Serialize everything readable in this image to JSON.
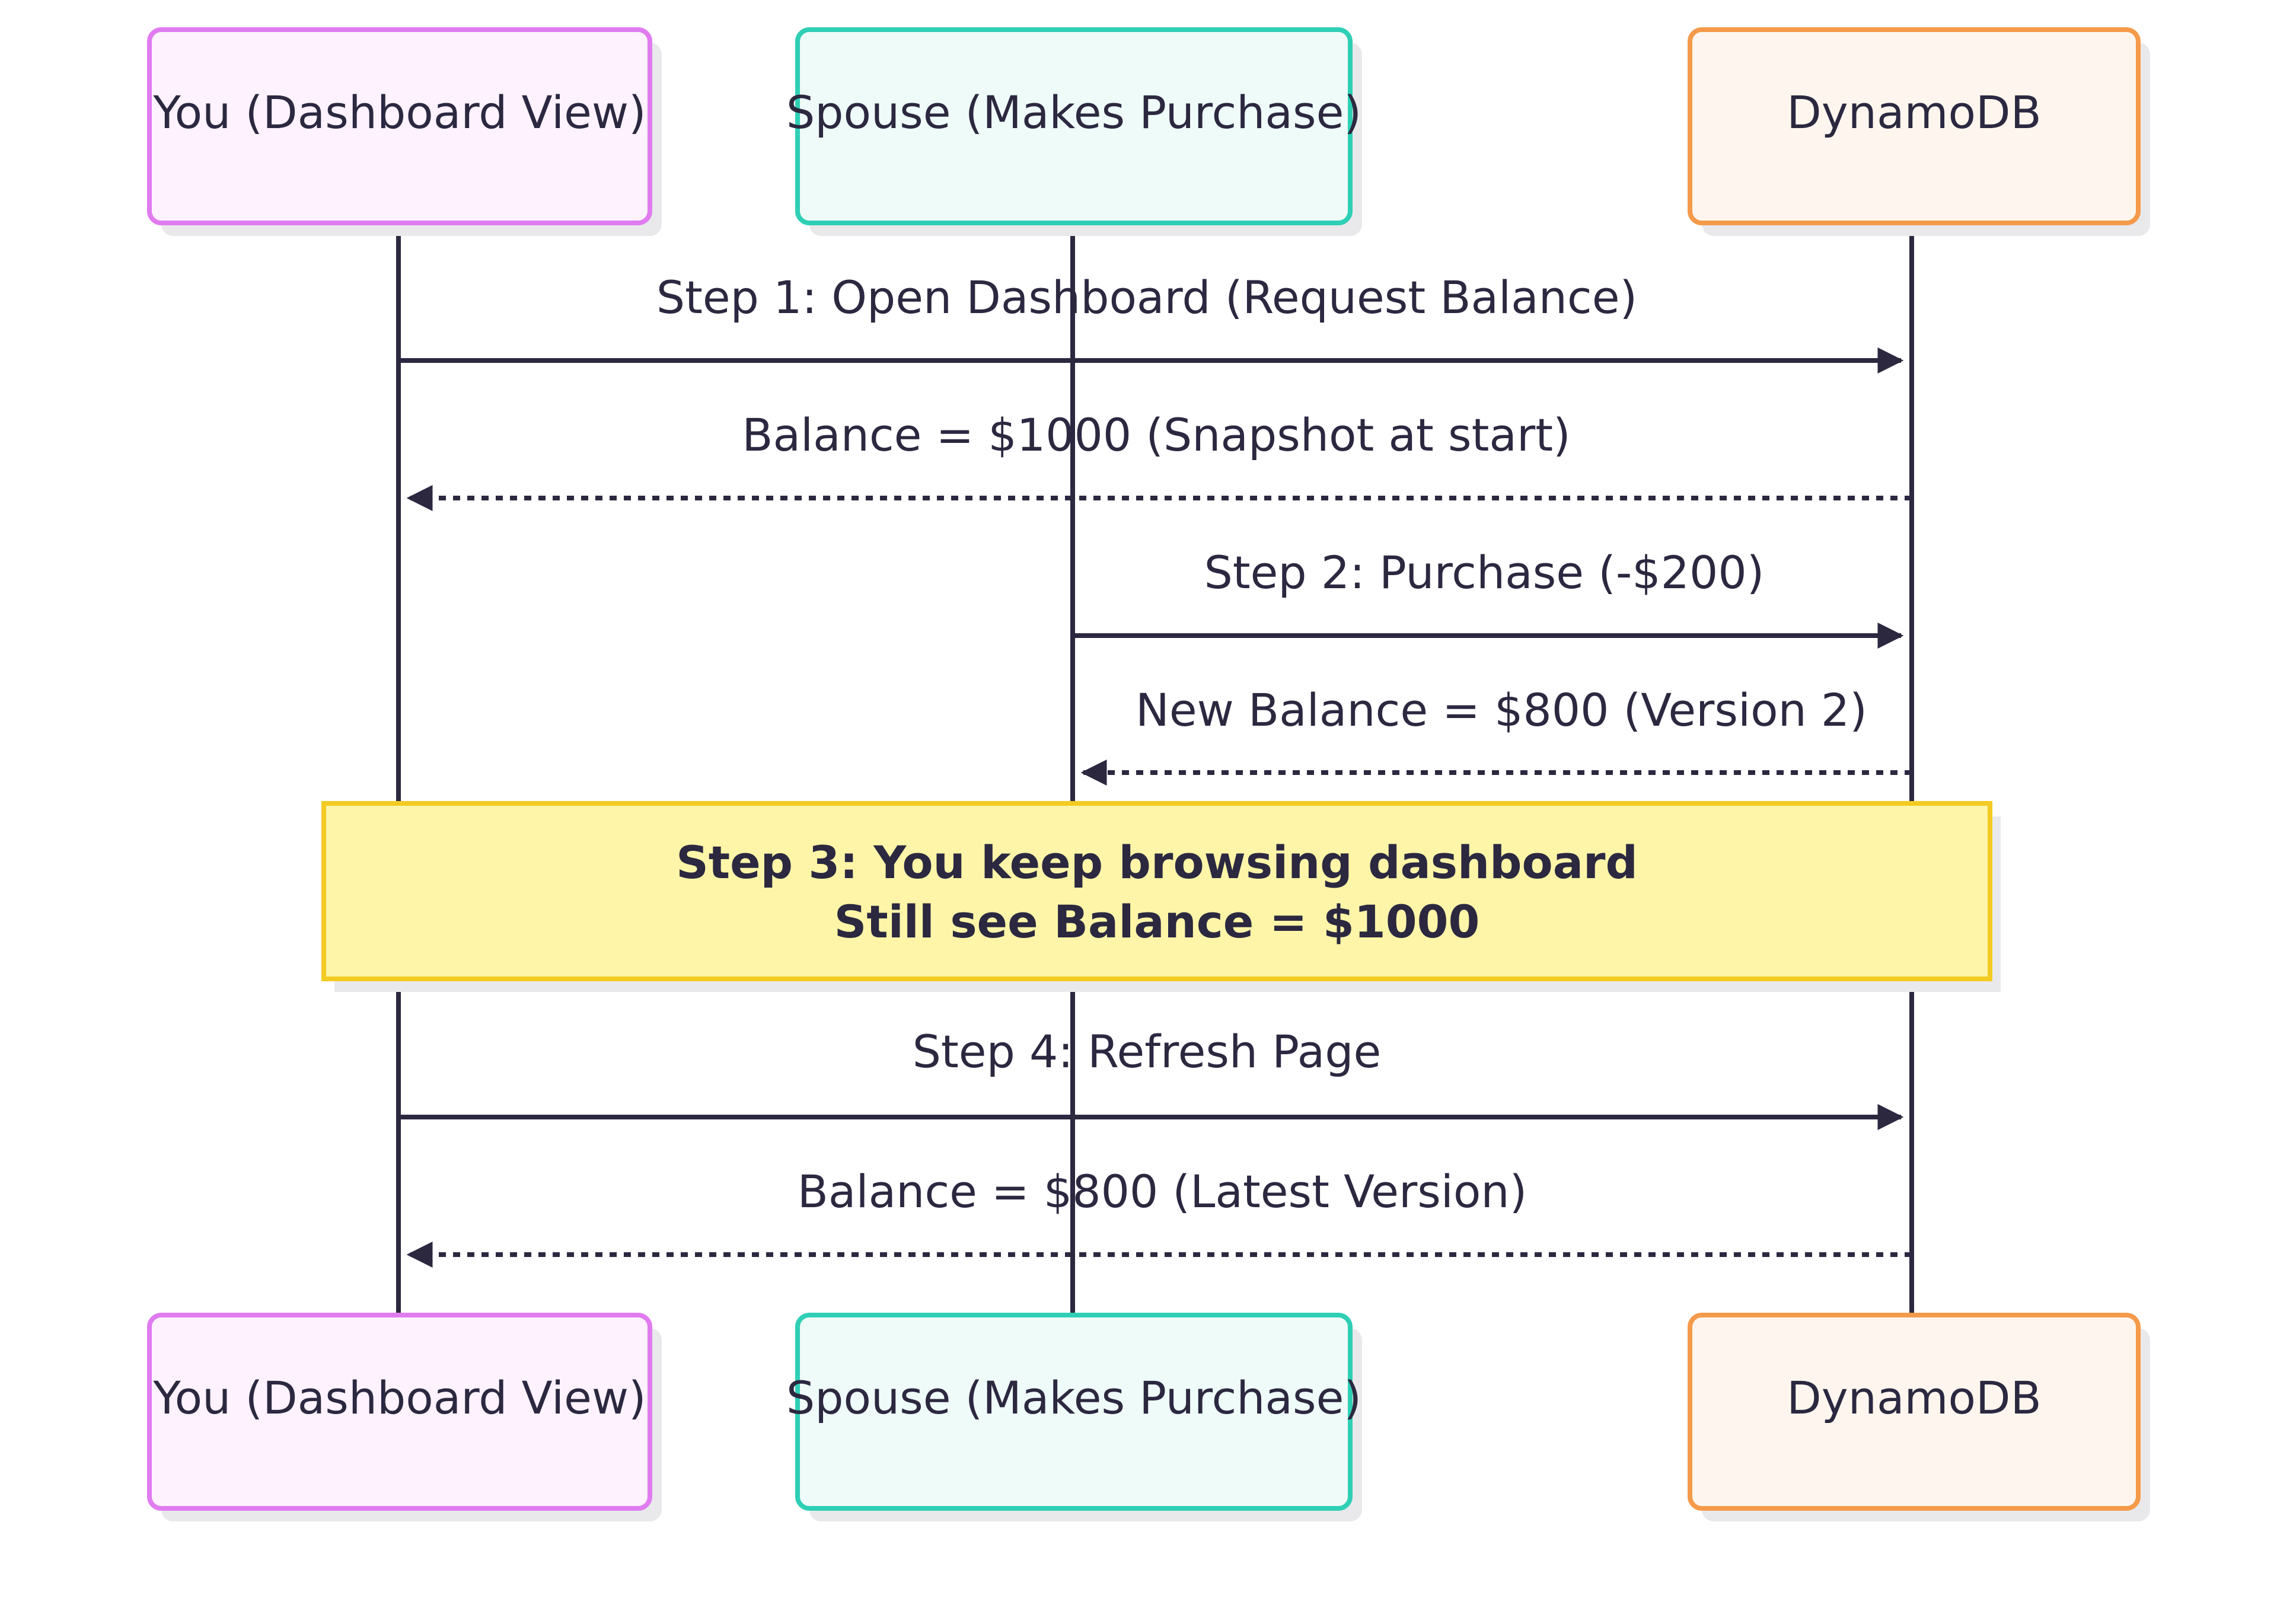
{
  "actors": [
    {
      "id": "you",
      "label": "You (Dashboard View)",
      "stroke": "#e07bf0",
      "fill": "#fdf2fd"
    },
    {
      "id": "spouse",
      "label": "Spouse (Makes Purchase)",
      "stroke": "#2fcfb6",
      "fill": "#eefbf8"
    },
    {
      "id": "db",
      "label": "DynamoDB",
      "stroke": "#f59a4a",
      "fill": "#fef6ee"
    }
  ],
  "messages": [
    {
      "from": "you",
      "to": "db",
      "label": "Step 1: Open Dashboard (Request Balance)",
      "style": "solid"
    },
    {
      "from": "db",
      "to": "you",
      "label": "Balance = $1000 (Snapshot at start)",
      "style": "dashed"
    },
    {
      "from": "spouse",
      "to": "db",
      "label": "Step 2: Purchase (-$200)",
      "style": "solid"
    },
    {
      "from": "db",
      "to": "spouse",
      "label": "New Balance = $800 (Version 2)",
      "style": "dashed"
    },
    {
      "from": "you",
      "to": "db",
      "label": "Step 4: Refresh Page",
      "style": "solid"
    },
    {
      "from": "db",
      "to": "you",
      "label": "Balance = $800 (Latest Version)",
      "style": "dashed"
    }
  ],
  "note": {
    "lines": [
      "Step 3: You keep browsing dashboard",
      "Still see Balance = $1000"
    ],
    "fill": "#fef5a8",
    "stroke": "#f3cb22"
  },
  "colors": {
    "line": "#2b2840",
    "text": "#2b2840",
    "shadow": "#e9e9ec"
  }
}
